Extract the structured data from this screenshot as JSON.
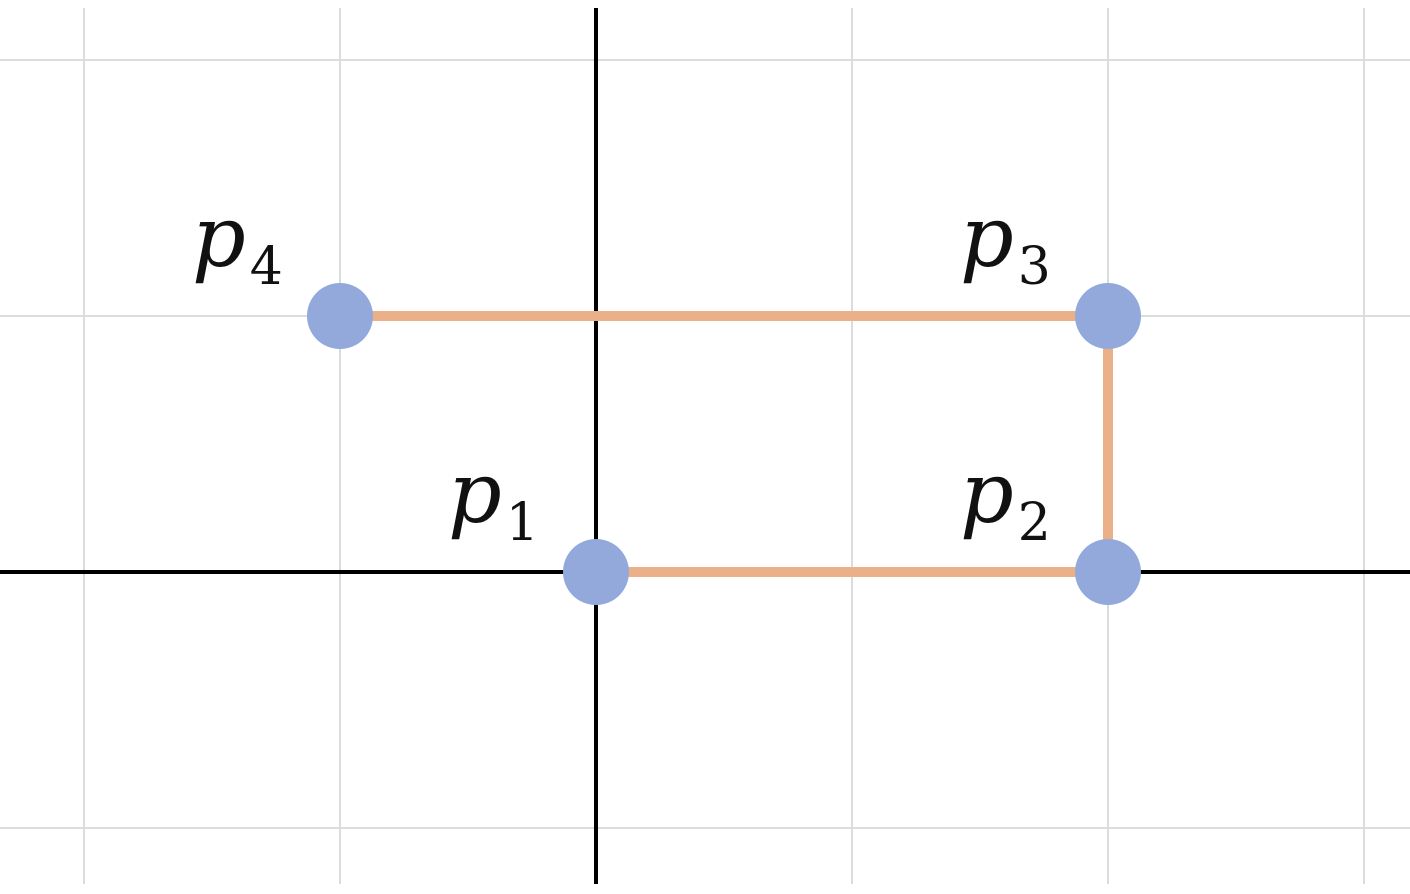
{
  "diagram": {
    "grid": {
      "x_min": -2,
      "x_max": 3,
      "y_min": -1,
      "y_max": 2
    },
    "colors": {
      "grid": "#dcdcdc",
      "axis": "#000000",
      "segment": "#ebb088",
      "point": "#93a9dc"
    },
    "points": [
      {
        "id": "p1",
        "letter": "p",
        "sub": "1",
        "x": 0,
        "y": 0
      },
      {
        "id": "p2",
        "letter": "p",
        "sub": "2",
        "x": 2,
        "y": 0
      },
      {
        "id": "p3",
        "letter": "p",
        "sub": "3",
        "x": 2,
        "y": 1
      },
      {
        "id": "p4",
        "letter": "p",
        "sub": "4",
        "x": -1,
        "y": 1
      }
    ],
    "segments": [
      {
        "from": "p1",
        "to": "p2"
      },
      {
        "from": "p2",
        "to": "p3"
      },
      {
        "from": "p3",
        "to": "p4"
      }
    ]
  }
}
